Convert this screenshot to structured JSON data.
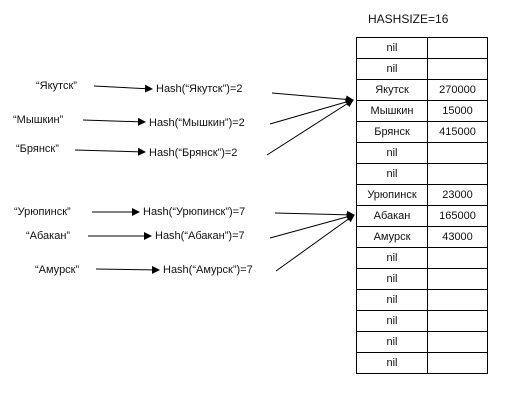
{
  "title": "HASHSIZE=16",
  "groups": [
    {
      "keys": [
        "“Якутск”",
        "“Мышкин”",
        "“Брянск”"
      ],
      "hashes": [
        "Hash(“Якутск”)=2",
        "Hash(“Мышкин”)=2",
        "Hash(“Брянск”)=2"
      ]
    },
    {
      "keys": [
        "“Урюпинск”",
        "“Абакан”",
        "“Амурск”"
      ],
      "hashes": [
        "Hash(“Урюпинск”)=7",
        "Hash(“Абакан”)=7",
        "Hash(“Амурск”)=7"
      ]
    }
  ],
  "table": [
    {
      "key": "nil",
      "value": ""
    },
    {
      "key": "nil",
      "value": ""
    },
    {
      "key": "Якутск",
      "value": "270000"
    },
    {
      "key": "Мышкин",
      "value": "15000"
    },
    {
      "key": "Брянск",
      "value": "415000"
    },
    {
      "key": "nil",
      "value": ""
    },
    {
      "key": "nil",
      "value": ""
    },
    {
      "key": "Урюпинск",
      "value": "23000"
    },
    {
      "key": "Абакан",
      "value": "165000"
    },
    {
      "key": "Амурск",
      "value": "43000"
    },
    {
      "key": "nil",
      "value": ""
    },
    {
      "key": "nil",
      "value": ""
    },
    {
      "key": "nil",
      "value": ""
    },
    {
      "key": "nil",
      "value": ""
    },
    {
      "key": "nil",
      "value": ""
    },
    {
      "key": "nil",
      "value": ""
    }
  ]
}
